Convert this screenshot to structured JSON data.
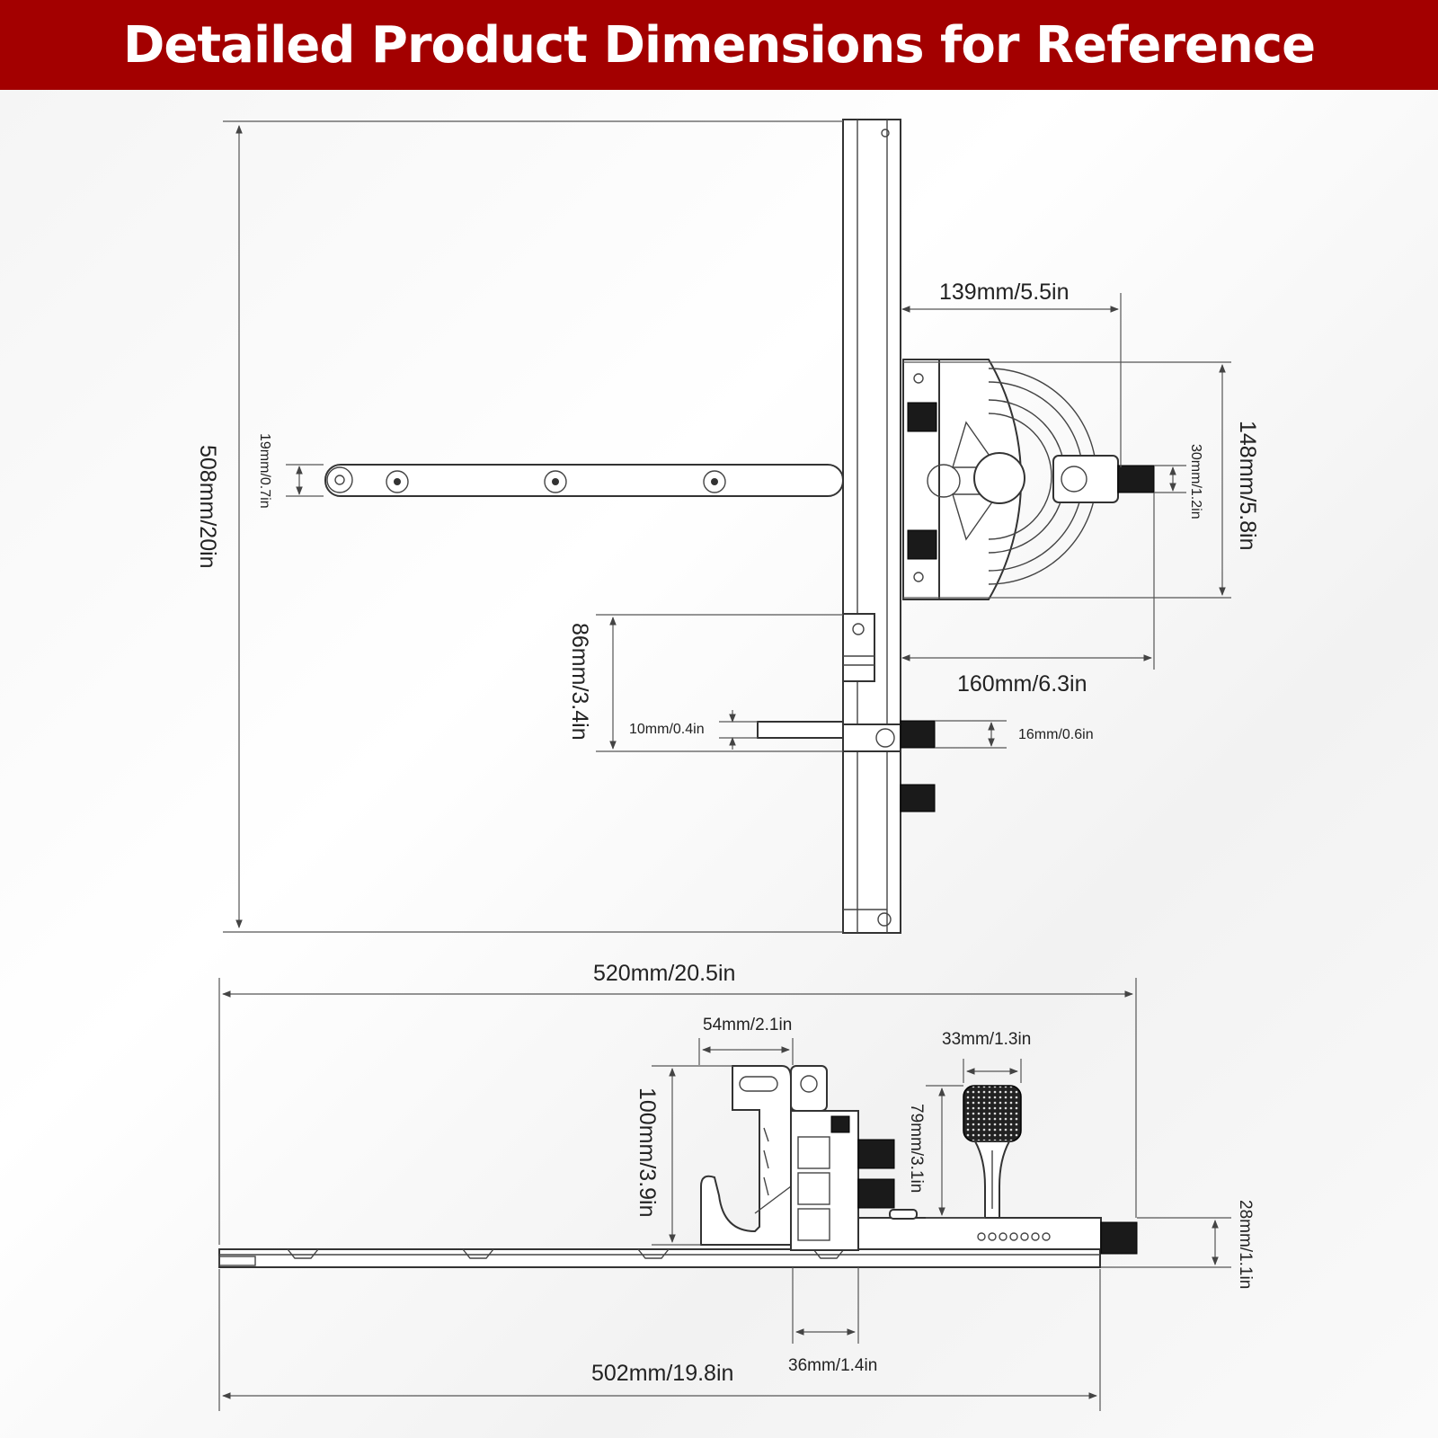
{
  "banner": {
    "title": "Detailed Product Dimensions for Reference",
    "color": "#a30000"
  },
  "dimensions": {
    "total_height": "508mm/20in",
    "rail_width": "19mm/0.7in",
    "head_offset": "139mm/5.5in",
    "head_height": "148mm/5.8in",
    "knob_width": "30mm/1.2in",
    "head_reach": "160mm/6.3in",
    "stop_offset": "86mm/3.4in",
    "stop_bar": "10mm/0.4in",
    "stop_knob": "16mm/0.6in",
    "total_length": "520mm/20.5in",
    "head_depth": "54mm/2.1in",
    "fence_height": "100mm/3.9in",
    "knob_diameter": "33mm/1.3in",
    "knob_height": "79mm/3.1in",
    "base_height": "28mm/1.1in",
    "base_gap": "36mm/1.4in",
    "bar_length": "502mm/19.8in"
  }
}
